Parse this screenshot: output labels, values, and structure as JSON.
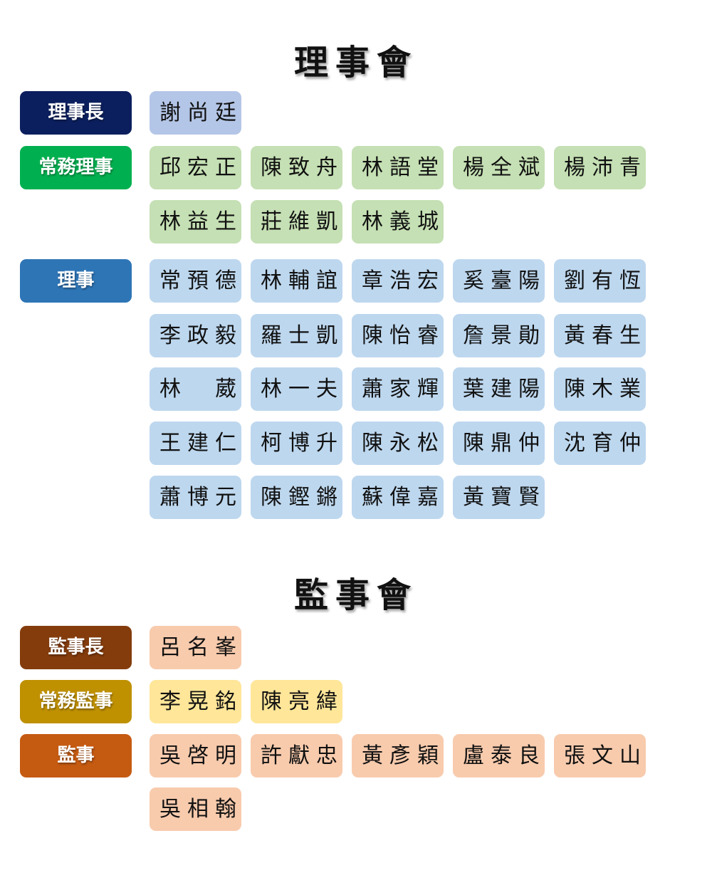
{
  "board": {
    "title": "理事會",
    "groups": [
      {
        "role": "理事長",
        "color": "#0b1f5e",
        "name_color": "#b4c6e7",
        "names": [
          "謝尚廷"
        ]
      },
      {
        "role": "常務理事",
        "color": "#00b050",
        "name_color": "#c5e0b4",
        "names": [
          "邱宏正",
          "陳致舟",
          "林語堂",
          "楊全斌",
          "楊沛青",
          "林益生",
          "莊維凱",
          "林義城"
        ]
      },
      {
        "role": "理事",
        "color": "#2e75b6",
        "name_color": "#bdd7ee",
        "names": [
          "常預德",
          "林輔誼",
          "章浩宏",
          "奚臺陽",
          "劉有恆",
          "李政毅",
          "羅士凱",
          "陳怡睿",
          "詹景勛",
          "黃春生",
          "林　葳",
          "林一夫",
          "蕭家輝",
          "葉建陽",
          "陳木業",
          "王建仁",
          "柯博升",
          "陳永松",
          "陳鼎仲",
          "沈育仲",
          "蕭博元",
          "陳鏗鏘",
          "蘇偉嘉",
          "黃寶賢"
        ]
      }
    ]
  },
  "supervisors": {
    "title": "監事會",
    "groups": [
      {
        "role": "監事長",
        "color": "#843c0c",
        "name_color": "#f8cbad",
        "names": [
          "呂名峯"
        ]
      },
      {
        "role": "常務監事",
        "color": "#bf9000",
        "name_color": "#ffe699",
        "names": [
          "李晃銘",
          "陳亮緯"
        ]
      },
      {
        "role": "監事",
        "color": "#c55a11",
        "name_color": "#f8cbad",
        "names": [
          "吳啓明",
          "許獻忠",
          "黃彥穎",
          "盧泰良",
          "張文山",
          "吳相翰"
        ]
      }
    ]
  }
}
